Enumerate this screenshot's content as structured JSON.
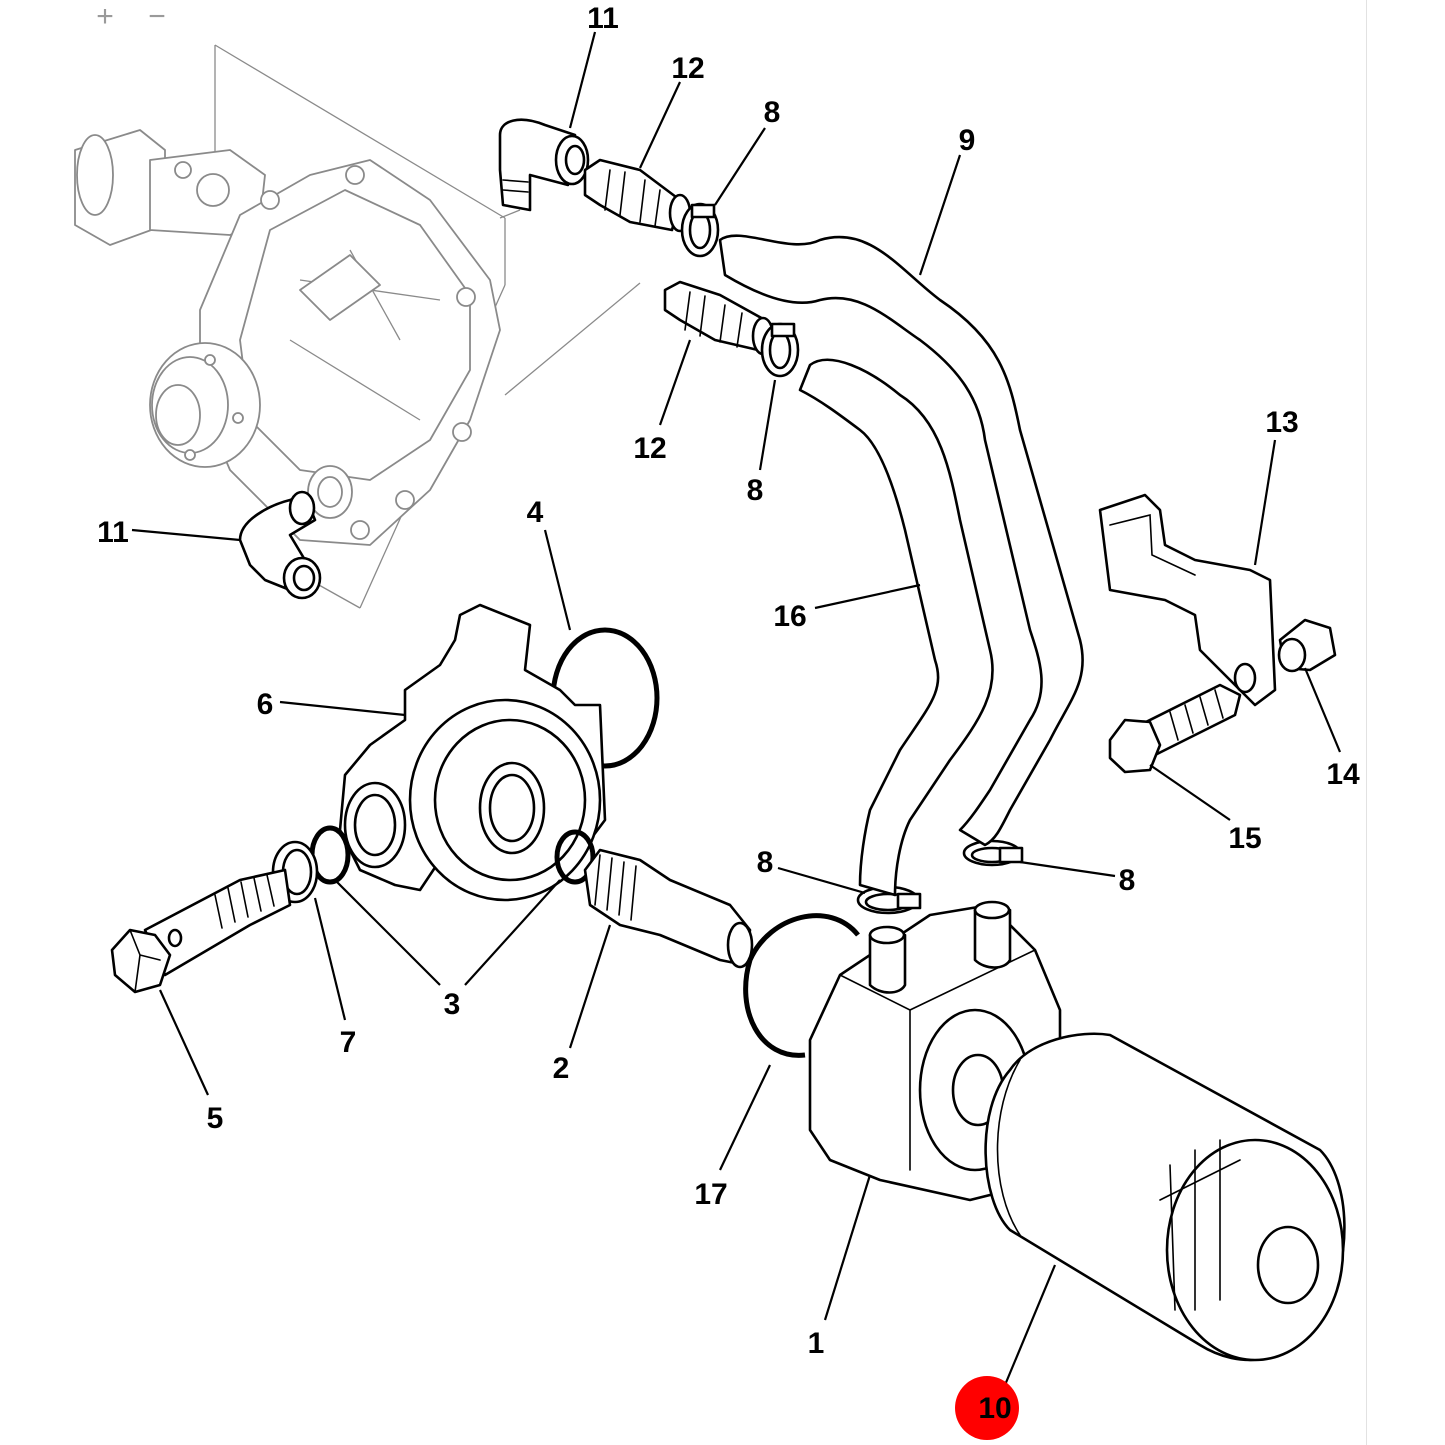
{
  "toolbar": {
    "zoom_in_label": "+",
    "zoom_out_label": "−"
  },
  "highlight_color": "#ff0000",
  "labels": {
    "p1": "1",
    "p2": "2",
    "p3": "3",
    "p4": "4",
    "p5": "5",
    "p6": "6",
    "p7": "7",
    "p8a": "8",
    "p8b": "8",
    "p8c": "8",
    "p8d": "8",
    "p9": "9",
    "p10": "10",
    "p11a": "11",
    "p11b": "11",
    "p12a": "12",
    "p12b": "12",
    "p13": "13",
    "p14": "14",
    "p15": "15",
    "p16": "16",
    "p17": "17"
  }
}
